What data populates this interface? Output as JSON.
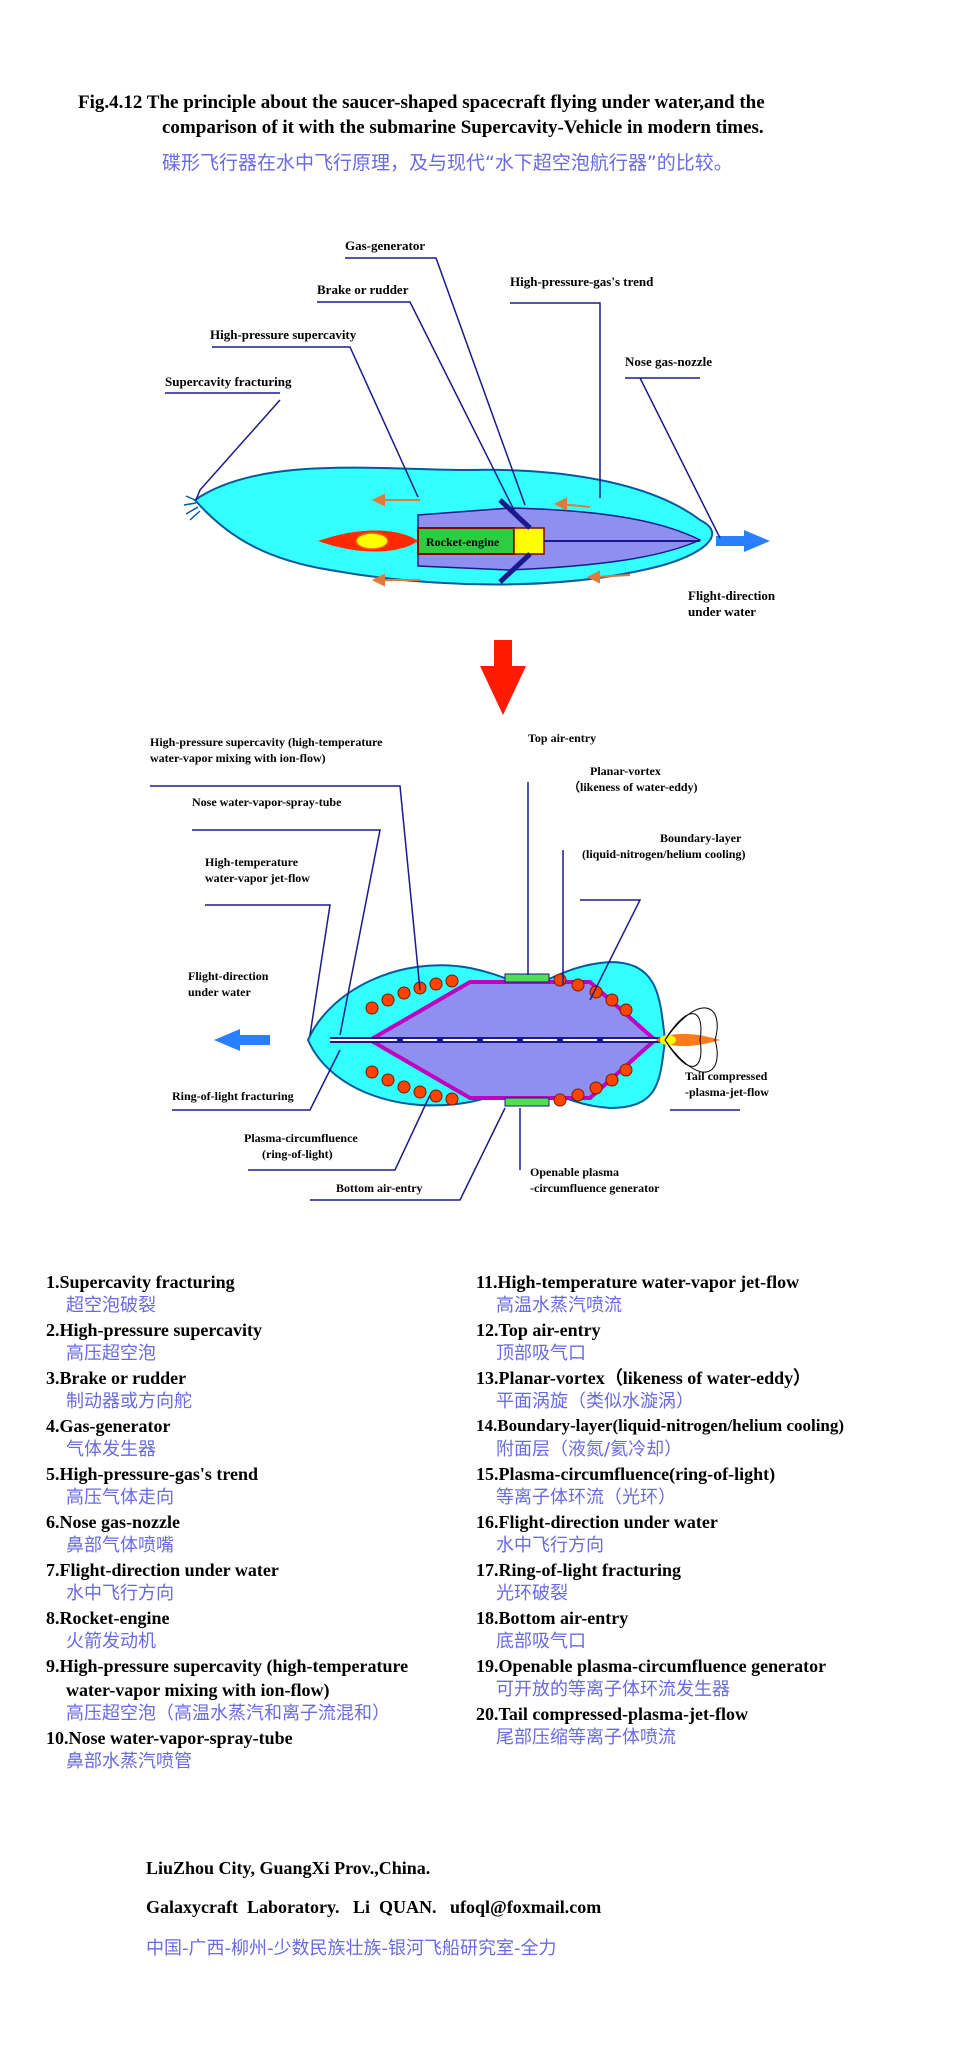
{
  "caption": {
    "en_line1": "Fig.4.12  The principle about the saucer-shaped spacecraft flying under water,and the",
    "en_line2": "comparison of it with the submarine Supercavity-Vehicle in modern times.",
    "zh": "碟形飞行器在水中飞行原理，及与现代“水下超空泡航行器”的比较。"
  },
  "top_diagram": {
    "labels": {
      "gas_generator": "Gas-generator",
      "brake_rudder": "Brake or rudder",
      "hp_gas_trend": "High-pressure-gas's trend",
      "hp_supercavity": "High-pressure supercavity",
      "nose_nozzle": "Nose gas-nozzle",
      "supercavity_fracturing": "Supercavity fracturing",
      "rocket_engine": "Rocket-engine",
      "flight_dir_1": "Flight-direction",
      "flight_dir_2": "under water"
    }
  },
  "bottom_diagram": {
    "labels": {
      "hp_supercavity_1": "High-pressure supercavity (high-temperature",
      "hp_supercavity_2": "water-vapor mixing with ion-flow)",
      "top_air_entry": "Top air-entry",
      "nose_spray_tube": "Nose water-vapor-spray-tube",
      "planar_vortex_1": "Planar-vortex",
      "planar_vortex_2": "（likeness of water-eddy)",
      "boundary_1": "Boundary-layer",
      "boundary_2": "(liquid-nitrogen/helium cooling)",
      "ht_jet_1": "High-temperature",
      "ht_jet_2": "water-vapor jet-flow",
      "flight_dir_1": "Flight-direction",
      "flight_dir_2": "under water",
      "ring_fracturing": "Ring-of-light fracturing",
      "tail_1": "Tail compressed",
      "tail_2": "-plasma-jet-flow",
      "plasma_circ_1": "Plasma-circumfluence",
      "plasma_circ_2": "(ring-of-light)",
      "openable_1": "Openable plasma",
      "openable_2": "-circumfluence generator",
      "bottom_air_entry": "Bottom air-entry"
    }
  },
  "legend_left": [
    {
      "en": "1.Supercavity fracturing",
      "zh": "超空泡破裂"
    },
    {
      "en": "2.High-pressure supercavity",
      "zh": "高压超空泡"
    },
    {
      "en": "3.Brake or rudder",
      "zh": "制动器或方向舵"
    },
    {
      "en": "4.Gas-generator",
      "zh": "气体发生器"
    },
    {
      "en": "5.High-pressure-gas's trend",
      "zh": "高压气体走向"
    },
    {
      "en": "6.Nose gas-nozzle",
      "zh": "鼻部气体喷嘴"
    },
    {
      "en": "7.Flight-direction under water",
      "zh": "水中飞行方向"
    },
    {
      "en": "8.Rocket-engine",
      "zh": "火箭发动机"
    },
    {
      "en": "9.High-pressure supercavity (high-temperature",
      "en2": "water-vapor mixing with ion-flow)",
      "zh": "高压超空泡（高温水蒸汽和离子流混和）"
    },
    {
      "en": "10.Nose water-vapor-spray-tube",
      "zh": "鼻部水蒸汽喷管"
    }
  ],
  "legend_right": [
    {
      "en": "11.High-temperature water-vapor jet-flow",
      "zh": "高温水蒸汽喷流"
    },
    {
      "en": "12.Top air-entry",
      "zh": "顶部吸气口"
    },
    {
      "en": "13.Planar-vortex（likeness of water-eddy）",
      "zh": "平面涡旋（类似水漩涡）"
    },
    {
      "en": "14.Boundary-layer(liquid-nitrogen/helium cooling)",
      "zh": "附面层（液氮/氦冷却）"
    },
    {
      "en": "15.Plasma-circumfluence(ring-of-light)",
      "zh": "等离子体环流（光环）"
    },
    {
      "en": "16.Flight-direction under water",
      "zh": "水中飞行方向"
    },
    {
      "en": "17.Ring-of-light fracturing",
      "zh": "光环破裂"
    },
    {
      "en": "18.Bottom air-entry",
      "zh": "底部吸气口"
    },
    {
      "en": "19.Openable plasma-circumfluence generator",
      "zh": "可开放的等离子体环流发生器"
    },
    {
      "en": "20.Tail compressed-plasma-jet-flow",
      "zh": "尾部压缩等离子体喷流"
    }
  ],
  "footer": {
    "line1": "LiuZhou City, GuangXi Prov.,China.",
    "line2": "Galaxycraft  Laboratory.   Li  QUAN.   ufoql@foxmail.com",
    "line3": "中国-广西-柳州-少数民族壮族-银河飞船研究室-全力"
  },
  "colors": {
    "water": "#33ffff",
    "hull": "#8f8ff0",
    "plasma_orb": "#ff4400",
    "arrow_blue": "#2a7fff",
    "arrow_red": "#ff1a00",
    "accent_text": "#6a6ae0"
  }
}
